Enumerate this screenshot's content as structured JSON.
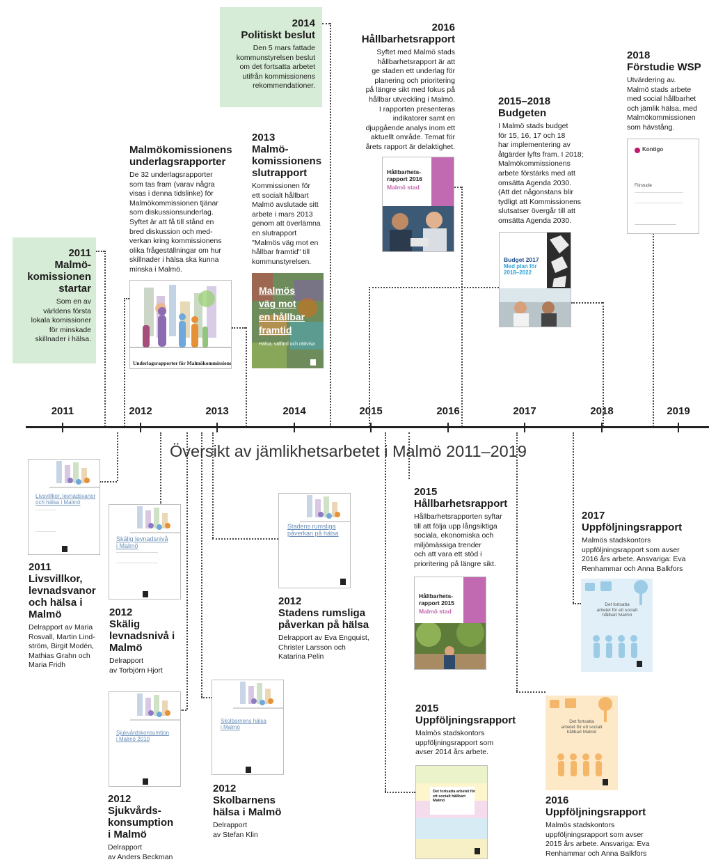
{
  "title": "Översikt av jämlikhetsarbetet i Malmö 2011–2019",
  "axis_years": [
    "2011",
    "2012",
    "2013",
    "2014",
    "2015",
    "2016",
    "2017",
    "2018",
    "2019"
  ],
  "above": {
    "e2011": {
      "year": "2011",
      "title": "Malmö-\nkomissionen\nstartar",
      "text": "Som en av\nvärldens första\nlokala komissioner\nför minskade\nskillnader i hälsa."
    },
    "underlag": {
      "title": "Malmökomissionens\nunderlagsrapporter",
      "text": "De 32 underlagsrapporter\nsom tas fram (varav några\nvisas i denna tidslinke) för\nMalmökommissionen tjänar\nsom diskussionsunderlag.\nSyftet är att få till stånd en\nbred diskussion och med-\nverkan kring kommissionens\nolika frågeställningar om hur\nskillnader i hälsa ska kunna\nminska i Malmö.",
      "cover_caption": "Underlagsrapporter för Malmökommissionen"
    },
    "slut": {
      "year": "2013",
      "title": "Malmö-\nkomissionens\nslutrapport",
      "text": "Kommissionen för\nett socialt hållbart\nMalmö avslutade sitt\narbete i mars 2013\ngenom att överlämna\nen slutrapport\n\"Malmös väg mot en\nhållbar framtid\" till\nkommunstyrelsen.",
      "cover_title": "Malmös\nväg mot\nen hållbar\nframtid",
      "cover_sub": "Hälsa, välfärd och rättvisa"
    },
    "e2014": {
      "year": "2014",
      "title": "Politiskt beslut",
      "text": "Den 5 mars fattade\nkommunstyrelsen beslut\nom det fortsatta arbetet\nutifrån kommissionens\nrekommendationer."
    },
    "e2016": {
      "year": "2016",
      "title": "Hållbarhetsrapport",
      "text": "Syftet med Malmö stads\nhållbarhetsrapport är att\nge staden ett underlag för\nplanering och prioritering\npå längre sikt med fokus på\nhållbar utveckling i Malmö.\nI rapporten presenteras\nindikatorer samt en\ndjupgående analys inom ett\naktuellt område. Temat för\nårets rapport är delaktighet.",
      "cover_title": "Hållbarhets-\nrapport 2016",
      "cover_sub": "Malmö stad"
    },
    "budget": {
      "year": "2015–2018",
      "title": "Budgeten",
      "text": "I Malmö stads budget\nför 15, 16, 17 och 18\nhar implementering av\nåtgärder lyfts fram. I 2018;\nMalmökommissionens\narbete förstärks med att\nomsätta Agenda 2030.\n(Att det någonstans blir\ntydligt att Kommissionens\nslutsatser övergår till att\nomsätta Agenda 2030.",
      "cover_title": "Budget 2017",
      "cover_sub": "Med plan för\n2018–2022"
    },
    "wsp": {
      "year": "2018",
      "title": "Förstudie WSP",
      "text": "Utvärdering av.\nMalmö stads arbete\nmed social hållbarhet\noch jämlik hälsa, med\nMalmökommissionen\nsom hävstång.",
      "cover_brand": "Kontigo",
      "cover_title": "Förstudie"
    }
  },
  "below": {
    "livsvillkor": {
      "year": "2011",
      "title": "Livsvillkor,\nlevnadsvanor\noch hälsa i\nMalmö",
      "text": "Delrapport av Maria\nRosvall, Martin Lind-\nström, Birgit Modén,\nMathias Grahn och\nMaria Fridh",
      "cover_title": "Livsvillkor, levnadsvanor\noch hälsa i Malmö"
    },
    "skalig": {
      "year": "2012",
      "title": "Skälig\nlevnadsnivå i\nMalmö",
      "text": "Delrapport\nav Torbjörn Hjort",
      "cover_title": "Skälig levnadsnivå\ni Malmö"
    },
    "sjukvard": {
      "year": "2012",
      "title": "Sjukvårds-\nkonsumption\ni Malmö",
      "text": "Delrapport\nav Anders Beckman",
      "cover_title": "Sjukvårdskonsumtion\ni Malmö 2010"
    },
    "skolbarn": {
      "year": "2012",
      "title": "Skolbarnens\nhälsa i Malmö",
      "text": "Delrapport\nav Stefan Klin",
      "cover_title": "Skolbarnens hälsa\ni Malmö"
    },
    "rumsliga": {
      "year": "2012",
      "title": "Stadens rumsliga\npåverkan på hälsa",
      "text": "Delrapport av Eva Engquist,\nChrister Larsson och\nKatarina Pelin",
      "cover_title": "Stadens rumsliga\npåverkan på hälsa"
    },
    "h2015": {
      "year": "2015",
      "title": "Hållbarhetsrapport",
      "text": "Hållbarhetsrapporten syftar\ntill att följa upp långsiktiga\nsociala, ekonomiska och\nmiljömässiga trender\noch att vara ett stöd i\nprioritering på längre sikt.",
      "cover_title": "Hållbarhets-\nrapport 2015",
      "cover_sub": "Malmö stad"
    },
    "u2015": {
      "year": "2015",
      "title": "Uppföljningsrapport",
      "text": "Malmös stadskontors\nuppföljningsrapport som\navser 2014 års arbete.",
      "cover_title": "Det fortsatta arbetet för\nett socialt hållbart\nMalmö"
    },
    "u2016": {
      "year": "2016",
      "title": "Uppföljningsrapport",
      "text": "Malmös stadskontors\nuppföljningsrapport som avser\n2015 års arbete. Ansvariga: Eva\nRenhammar och Anna Balkfors",
      "cover_title": "Det fortsatta\narbetet för ett socialt\nhållbart Malmö"
    },
    "u2017": {
      "year": "2017",
      "title": "Uppföljningsrapport",
      "text": "Malmös stadskontors\nuppföljningsrapport som avser\n2016 års arbete. Ansvariga: Eva\nRenhammar och Anna Balkfors",
      "cover_title": "Det fortsatta\narbetet för ett socialt\nhållbart Malmö"
    }
  }
}
